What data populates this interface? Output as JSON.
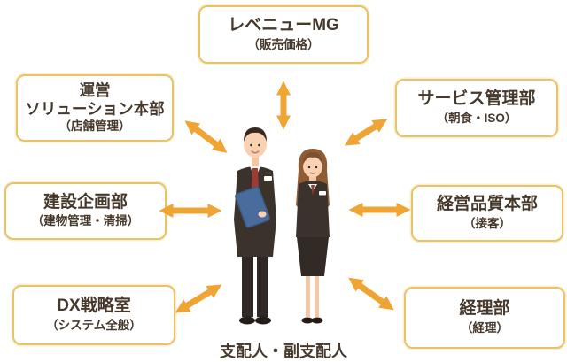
{
  "diagram": {
    "type": "hub-and-spoke",
    "center_label": "支配人・副支配人",
    "boxes": [
      {
        "id": "revenue-mg",
        "title": "レベニューMG",
        "subtitle": "（販売価格）"
      },
      {
        "id": "operation-solution-hq",
        "title": "運営\nソリューション本部",
        "subtitle": "（店舗管理）"
      },
      {
        "id": "service-management",
        "title": "サービス管理部",
        "subtitle": "（朝食・ISO）"
      },
      {
        "id": "construction-planning",
        "title": "建設企画部",
        "subtitle": "（建物管理・清掃）"
      },
      {
        "id": "management-quality-hq",
        "title": "経営品質本部",
        "subtitle": "（接客）"
      },
      {
        "id": "dx-strategy",
        "title": "DX戦略室",
        "subtitle": "（システム全般）"
      },
      {
        "id": "accounting",
        "title": "経理部",
        "subtitle": "（経理）"
      }
    ],
    "colors": {
      "arrow": "#F0A433",
      "box_border": "#E9C466",
      "text": "#46382B",
      "background": "#FFFFFF"
    }
  }
}
